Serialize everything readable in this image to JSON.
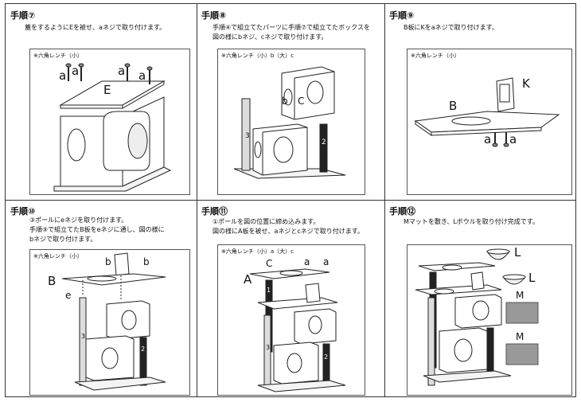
{
  "steps": [
    {
      "title": "手順⑦",
      "desc": "蓋をするようにEを被せ、aネジで取り付けます。",
      "wrench": "※六角レンチ（小）",
      "labels": {
        "a1": "a",
        "a2": "a",
        "a3": "a",
        "a4": "a",
        "e": "E"
      }
    },
    {
      "title": "手順⑧",
      "desc": "手順④で組立てたパーツに手順⑦で組立てたボックスを\n図の様にbネジ、cネジで取り付けます。",
      "wrench": "※六角レンチ（小）b（大）c",
      "labels": {
        "b": "b",
        "c": "C",
        "n3": "3",
        "n2": "2"
      }
    },
    {
      "title": "手順⑨",
      "desc": "B板にKをaネジで取り付けます。",
      "wrench": "※六角レンチ（小）",
      "labels": {
        "k": "K",
        "b": "B",
        "a1": "a",
        "a2": "a"
      }
    },
    {
      "title": "手順⑩",
      "desc": "③ポールにeネジを取り付けます。\n手順⑨で組立てたB板をeネジに通し、図の様に\nbネジで取り付けます。",
      "wrench": "※六角レンチ（小）",
      "labels": {
        "b1": "b",
        "b2": "b",
        "bboard": "B",
        "e": "e",
        "n3": "3",
        "n2": "2"
      }
    },
    {
      "title": "手順⑪",
      "desc": "①ポールを図の位置に締め込みます。\n図の様にA板を被せ、aネジとcネジで取り付けます。",
      "wrench": "※六角レンチ（小）a（大）c",
      "labels": {
        "c": "C",
        "a1": "a",
        "a2": "a",
        "aboard": "A",
        "n1": "1",
        "n2": "2",
        "n3": "3"
      }
    },
    {
      "title": "手順⑫",
      "desc": "Mマットを敷き、Lボウルを取り付け完成です。",
      "labels": {
        "l1": "L",
        "l2": "L",
        "m1": "M",
        "m2": "M"
      }
    }
  ]
}
